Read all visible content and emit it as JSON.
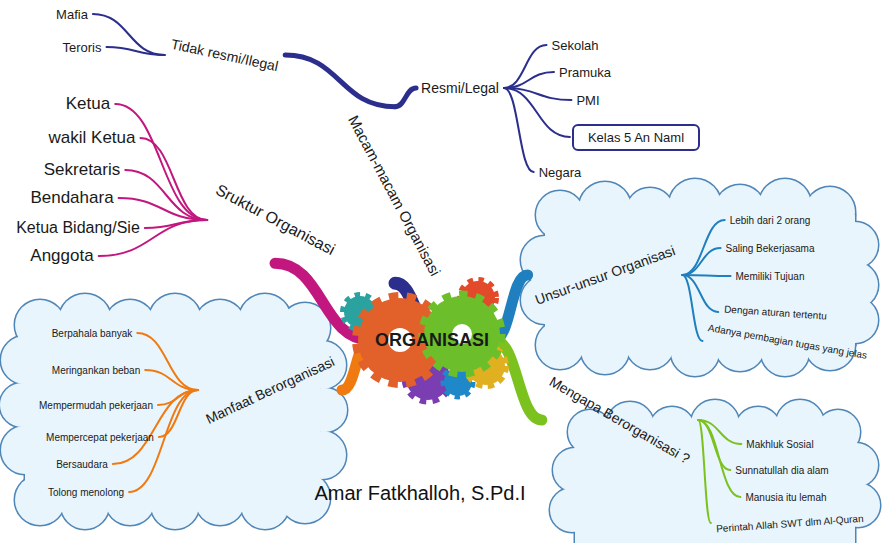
{
  "diagram": {
    "nodes": [
      {
        "text": [
          "ORGANISASI"
        ]
      },
      {
        "text": [
          "Macam-macam Organisasi"
        ]
      },
      {
        "text": [
          "Resmi/Legal"
        ]
      },
      {
        "text": [
          "Sekolah"
        ]
      },
      {
        "text": [
          "Pramuka"
        ]
      },
      {
        "text": [
          "PMI"
        ]
      },
      {
        "text": [
          "Kelas 5 An Naml"
        ]
      },
      {
        "text": [
          "Negara"
        ]
      },
      {
        "text": [
          "Tidak resmi/Ilegal"
        ]
      },
      {
        "text": [
          "Mafia"
        ]
      },
      {
        "text": [
          "Teroris"
        ]
      },
      {
        "text": [
          "Sruktur Organisasi"
        ]
      },
      {
        "text": [
          "Ketua"
        ]
      },
      {
        "text": [
          "wakil Ketua"
        ]
      },
      {
        "text": [
          "Sekretaris"
        ]
      },
      {
        "text": [
          "Bendahara"
        ]
      },
      {
        "text": [
          "Ketua Bidang/Sie"
        ]
      },
      {
        "text": [
          "Anggota"
        ]
      },
      {
        "text": [
          "Unsur-unsur Organisasi"
        ]
      },
      {
        "text": [
          "Lebih dari 2 orang"
        ]
      },
      {
        "text": [
          "Saling Bekerjasama"
        ]
      },
      {
        "text": [
          "Memiliki Tujuan"
        ]
      },
      {
        "text": [
          "Dengan aturan tertentu"
        ]
      },
      {
        "text": [
          "Adanya pembagian tugas yang jelas"
        ]
      },
      {
        "text": [
          "Manfaat Berorganisasi"
        ]
      },
      {
        "text": [
          "Berpahala banyak"
        ]
      },
      {
        "text": [
          "Meringankan beban"
        ]
      },
      {
        "text": [
          "Mempermudah pekerjaan"
        ]
      },
      {
        "text": [
          "Mempercepat pekerjaan"
        ]
      },
      {
        "text": [
          "Bersaudara"
        ]
      },
      {
        "text": [
          "Tolong menolong"
        ]
      },
      {
        "text": [
          "Mengapa Berorganisasi ?"
        ]
      },
      {
        "text": [
          "Makhluk Sosial"
        ]
      },
      {
        "text": [
          "Sunnatullah dia alam"
        ]
      },
      {
        "text": [
          "Manusia itu lemah"
        ]
      },
      {
        "text": [
          "Perintah Allah SWT dlm Al-Quran"
        ]
      }
    ],
    "edges": [
      {
        "from": 0,
        "to": 1,
        "arrow": "none"
      },
      {
        "from": 1,
        "to": 2,
        "arrow": "none"
      },
      {
        "from": 2,
        "to": 3,
        "arrow": "none"
      },
      {
        "from": 2,
        "to": 4,
        "arrow": "none"
      },
      {
        "from": 2,
        "to": 5,
        "arrow": "none"
      },
      {
        "from": 2,
        "to": 6,
        "arrow": "none"
      },
      {
        "from": 2,
        "to": 7,
        "arrow": "none"
      },
      {
        "from": 1,
        "to": 8,
        "arrow": "none"
      },
      {
        "from": 8,
        "to": 9,
        "arrow": "none"
      },
      {
        "from": 8,
        "to": 10,
        "arrow": "none"
      },
      {
        "from": 0,
        "to": 11,
        "arrow": "none"
      },
      {
        "from": 11,
        "to": 12,
        "arrow": "none"
      },
      {
        "from": 11,
        "to": 13,
        "arrow": "none"
      },
      {
        "from": 11,
        "to": 14,
        "arrow": "none"
      },
      {
        "from": 11,
        "to": 15,
        "arrow": "none"
      },
      {
        "from": 11,
        "to": 16,
        "arrow": "none"
      },
      {
        "from": 11,
        "to": 17,
        "arrow": "none"
      },
      {
        "from": 0,
        "to": 18,
        "arrow": "none"
      },
      {
        "from": 18,
        "to": 19,
        "arrow": "none"
      },
      {
        "from": 18,
        "to": 20,
        "arrow": "none"
      },
      {
        "from": 18,
        "to": 21,
        "arrow": "none"
      },
      {
        "from": 18,
        "to": 22,
        "arrow": "none"
      },
      {
        "from": 18,
        "to": 23,
        "arrow": "none"
      },
      {
        "from": 0,
        "to": 24,
        "arrow": "none"
      },
      {
        "from": 24,
        "to": 25,
        "arrow": "none"
      },
      {
        "from": 24,
        "to": 26,
        "arrow": "none"
      },
      {
        "from": 24,
        "to": 27,
        "arrow": "none"
      },
      {
        "from": 24,
        "to": 28,
        "arrow": "none"
      },
      {
        "from": 24,
        "to": 29,
        "arrow": "none"
      },
      {
        "from": 24,
        "to": 30,
        "arrow": "none"
      },
      {
        "from": 0,
        "to": 31,
        "arrow": "none"
      },
      {
        "from": 31,
        "to": 32,
        "arrow": "none"
      },
      {
        "from": 31,
        "to": 33,
        "arrow": "none"
      },
      {
        "from": 31,
        "to": 34,
        "arrow": "none"
      },
      {
        "from": 31,
        "to": 35,
        "arrow": "none"
      }
    ],
    "labels": [
      "Amar Fatkhalloh, S.Pd.I"
    ]
  }
}
